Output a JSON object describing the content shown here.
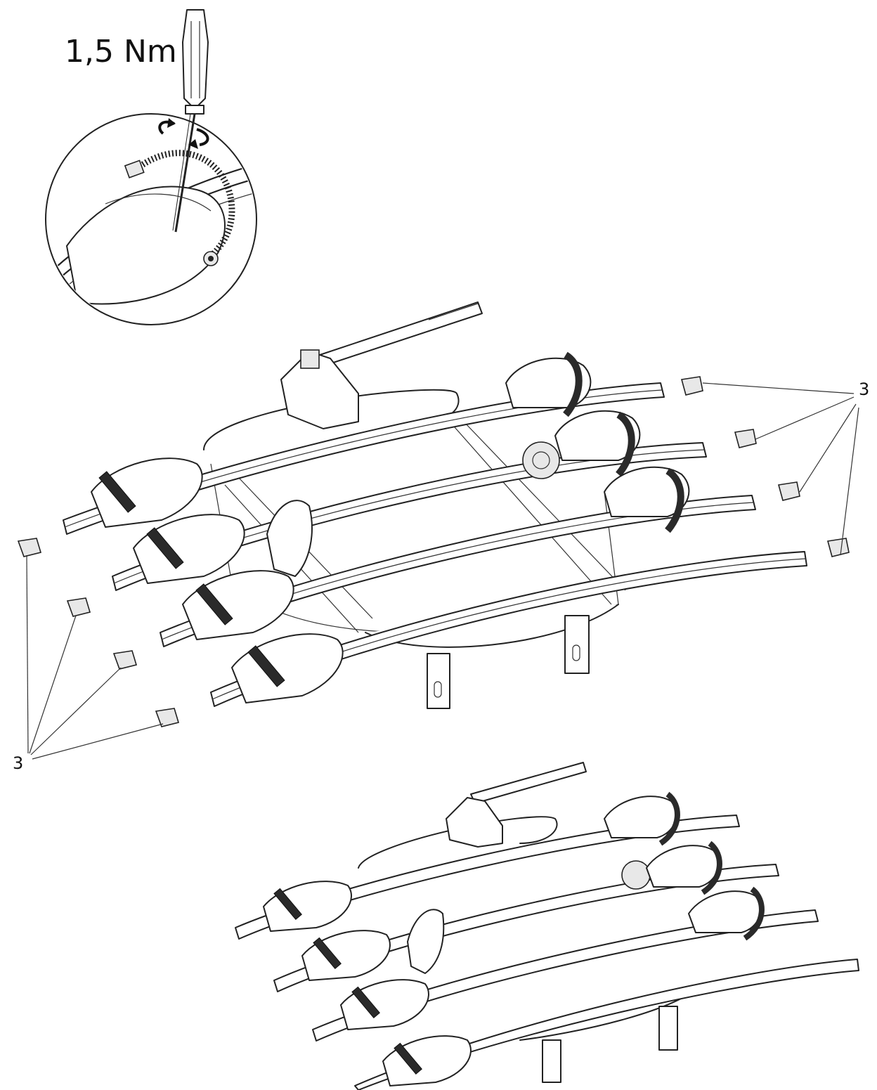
{
  "torque_label": "1,5 Nm",
  "callouts": {
    "right": "3",
    "left": "3"
  },
  "colors": {
    "line": "#222222",
    "strap": "#2a2a2a",
    "background": "#ffffff"
  },
  "figure_views": [
    "detail-zoom-circle",
    "exploded-view",
    "assembled-view"
  ]
}
